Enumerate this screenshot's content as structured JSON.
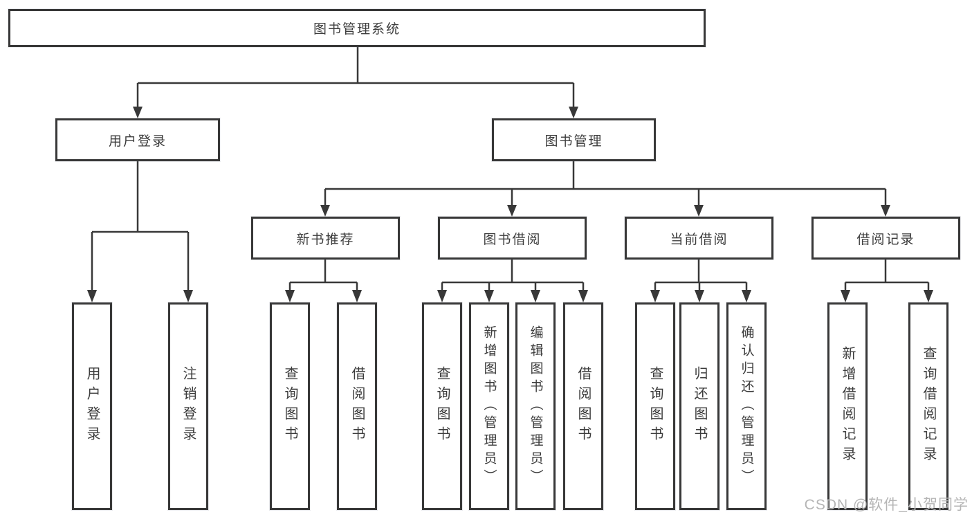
{
  "tree": {
    "root": "图书管理系统",
    "branches": [
      {
        "label": "用户登录",
        "children": [
          "用户登录",
          "注销登录"
        ]
      },
      {
        "label": "图书管理",
        "children": [
          {
            "label": "新书推荐",
            "children": [
              "查询图书",
              "借阅图书"
            ]
          },
          {
            "label": "图书借阅",
            "children": [
              "查询图书",
              "新增图书（管理员）",
              "编辑图书（管理员）",
              "借阅图书"
            ]
          },
          {
            "label": "当前借阅",
            "children": [
              "查询图书",
              "归还图书",
              "确认归还（管理员）"
            ]
          },
          {
            "label": "借阅记录",
            "children": [
              "新增借阅记录",
              "查询借阅记录"
            ]
          }
        ]
      }
    ]
  },
  "watermark": {
    "text": "CSDN @软件_小贺同学"
  },
  "colors": {
    "line": "#383838",
    "box_border": "#383838",
    "text": "#3c3c3c",
    "background": "#ffffff",
    "watermark": "#b5b5b5"
  }
}
